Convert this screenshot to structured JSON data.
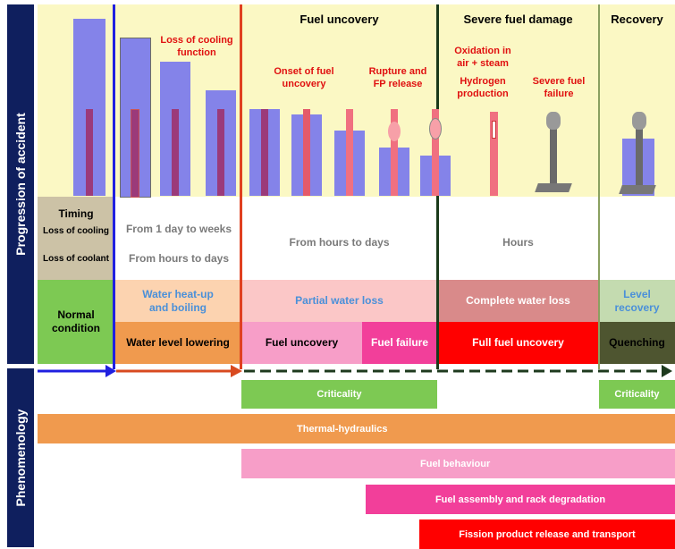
{
  "side_labels": {
    "progression": "Progression of accident",
    "phenomenology": "Phenomenology"
  },
  "phases": {
    "fuel_uncovery": "Fuel uncovery",
    "severe_damage": "Severe fuel damage",
    "recovery": "Recovery"
  },
  "annotations": {
    "loss_cooling_function": "Loss of cooling\nfunction",
    "onset_uncovery": "Onset of fuel\nuncovery",
    "rupture_fp": "Rupture and\nFP release",
    "oxidation": "Oxidation in\nair + steam",
    "hydrogen": "Hydrogen\nproduction",
    "severe_failure": "Severe fuel\nfailure"
  },
  "timing": {
    "title": "Timing",
    "loss_cooling": "Loss of cooling",
    "loss_coolant": "Loss of coolant",
    "days_weeks": "From 1 day to weeks",
    "hours_days_1": "From hours to days",
    "hours_days_2": "From hours to days",
    "hours": "Hours"
  },
  "water_states": {
    "normal": "Normal\ncondition",
    "heatup": "Water heat-up\nand boiling",
    "partial": "Partial water loss",
    "complete": "Complete water loss",
    "level_recovery": "Level\nrecovery"
  },
  "states": {
    "lowering": "Water level lowering",
    "uncovery": "Fuel uncovery",
    "failure": "Fuel failure",
    "full_uncovery": "Full fuel uncovery",
    "quenching": "Quenching"
  },
  "phenomena": {
    "criticality_1": "Criticality",
    "criticality_2": "Criticality",
    "thermal": "Thermal-hydraulics",
    "fuel_behaviour": "Fuel behaviour",
    "assembly": "Fuel assembly and rack degradation",
    "fission": "Fission product release and transport"
  },
  "colors": {
    "sidebar": "#0f1f5e",
    "pale_yellow": "#fbf8c4",
    "green": "#7dc953",
    "orange": "#f09a4e",
    "pink": "#f79ec8",
    "magenta": "#f23f9a",
    "red": "#ff0000",
    "dark_olive": "#4e5530"
  }
}
